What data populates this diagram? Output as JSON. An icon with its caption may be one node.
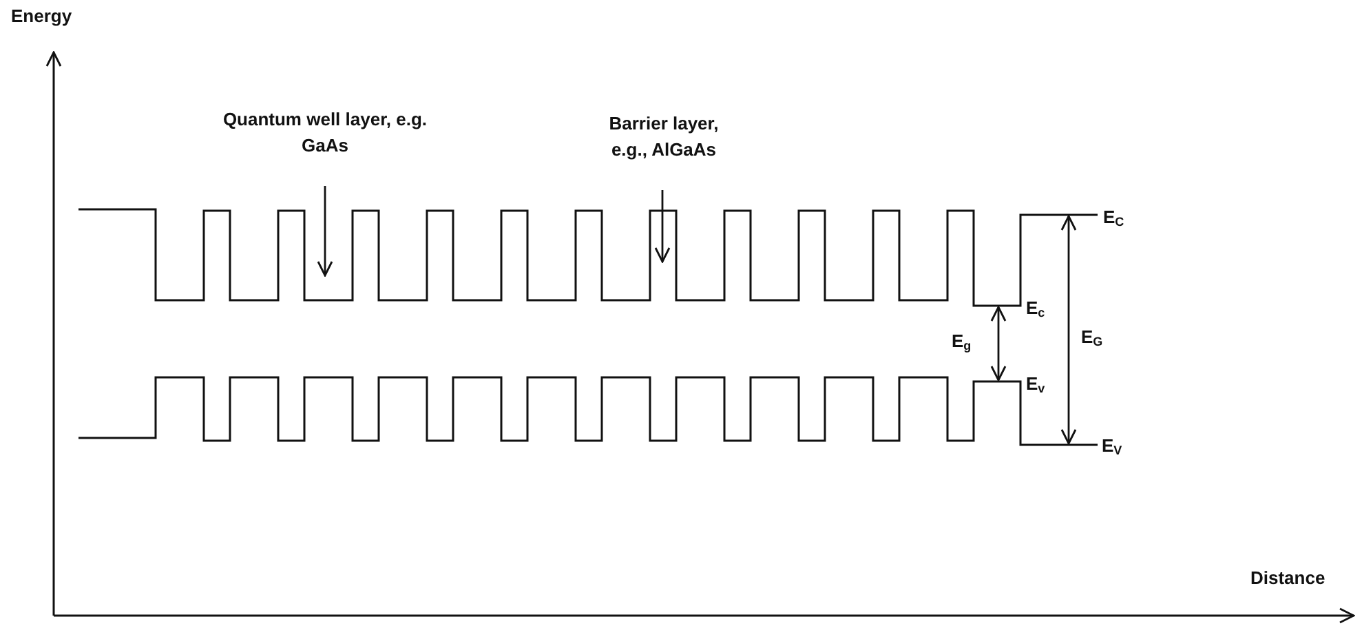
{
  "diagram": {
    "nodes": [
      {
        "text": [
          "Quantum well layer, e.g. GaAs"
        ]
      },
      {
        "text": [
          "Barrier layer, e.g., AlGaAs"
        ]
      }
    ],
    "edges": [
      {
        "from": 0,
        "to": null,
        "arrow": "to"
      },
      {
        "from": 1,
        "to": null,
        "arrow": "to"
      }
    ],
    "labels": [
      "Energy",
      "E$_{C}$",
      "E$_{c}$",
      "E$_{g}$",
      "E$_{G}$",
      "E$_{v}$",
      "E$_{V}$",
      "Distance"
    ]
  }
}
